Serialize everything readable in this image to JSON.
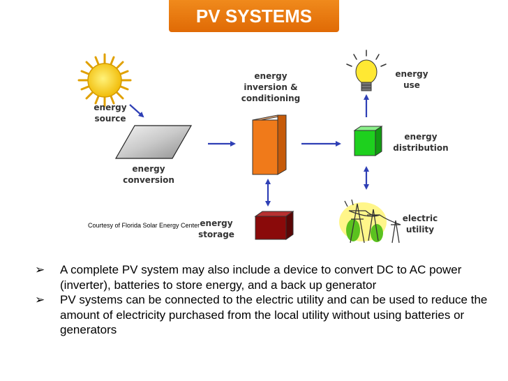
{
  "title": "PV SYSTEMS",
  "diagram": {
    "labels": {
      "energy_source": "energy\nsource",
      "energy_conversion": "energy\nconversion",
      "energy_inversion": "energy\ninversion &\nconditioning",
      "energy_storage": "energy\nstorage",
      "energy_use": "energy\nuse",
      "energy_distribution": "energy\ndistribution",
      "electric_utility": "electric\nutility"
    },
    "courtesy": "Courtesy of Florida Solar Energy Center"
  },
  "bullets": [
    "A complete PV system may also include a device to convert DC to AC power (inverter), batteries to store energy, and a back up generator",
    "PV systems can be connected to the electric utility and can be used to reduce the amount of electricity purchased from the local utility without using batteries or generators"
  ],
  "colors": {
    "title_bg": "#e8760f",
    "arrow": "#2e3fb5",
    "inverter": "#f07a1a",
    "storage": "#8a0a0a",
    "distribution": "#1ed01e",
    "panel": "#c8c8c8"
  }
}
